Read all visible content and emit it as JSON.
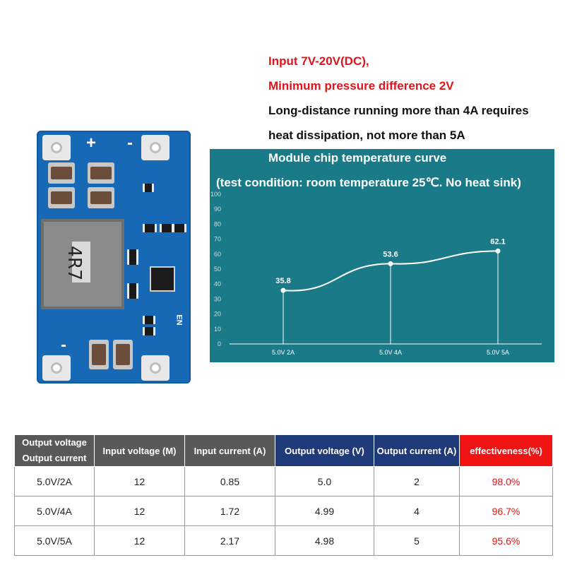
{
  "spec_lines": [
    "Input 7V-20V(DC),",
    "Minimum pressure difference 2V",
    "Long-distance running more than 4A requires",
    "heat dissipation, not more than 5A"
  ],
  "pcb": {
    "plus_label": "+",
    "minus_label": "-",
    "inductor_marking": "4R7",
    "en_label": "EN"
  },
  "chart": {
    "title": "Module chip temperature curve",
    "subtitle": "(test condition: room temperature 25℃. No heat sink)",
    "colors": {
      "background": "#1b7a88",
      "line": "#ffffff",
      "text": "#ffffff"
    }
  },
  "chart_data": {
    "type": "line",
    "categories": [
      "5.0V 2A",
      "5.0V 4A",
      "5.0V 5A"
    ],
    "values": [
      35.8,
      53.6,
      62.1
    ],
    "ylim": [
      0,
      100
    ],
    "yticks": [
      0,
      10,
      20,
      30,
      40,
      50,
      60,
      70,
      80,
      90,
      100
    ],
    "data_labels": [
      "35.8",
      "53.6",
      "62.1"
    ],
    "grid": false
  },
  "table": {
    "headers": {
      "c0_line1": "Output voltage",
      "c0_line2": "Output current",
      "c1": "Input voltage (M)",
      "c2": "Input current (A)",
      "c3": "Output voltage (V)",
      "c4": "Output current (A)",
      "c5": "effectiveness(%)"
    },
    "rows": [
      [
        "5.0V/2A",
        "12",
        "0.85",
        "5.0",
        "2",
        "98.0%"
      ],
      [
        "5.0V/4A",
        "12",
        "1.72",
        "4.99",
        "4",
        "96.7%"
      ],
      [
        "5.0V/5A",
        "12",
        "2.17",
        "4.98",
        "5",
        "95.6%"
      ]
    ],
    "colors": {
      "gray_header": "#595959",
      "navy_header": "#1f3a78",
      "red_header": "#f01414",
      "effectiveness_text": "#e0141b"
    }
  }
}
